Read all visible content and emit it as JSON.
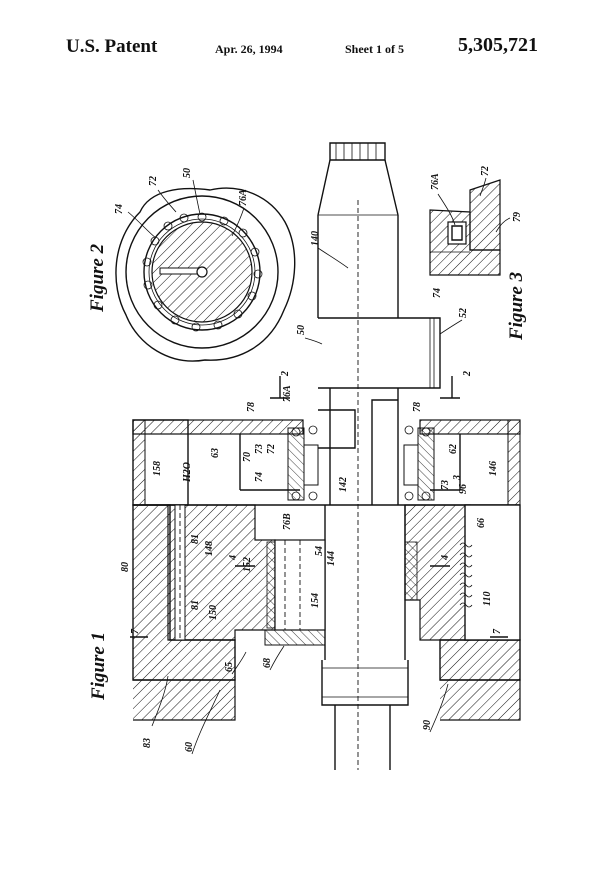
{
  "header": {
    "publication": "U.S. Patent",
    "date": "Apr. 26, 1994",
    "sheet": "Sheet 1 of 5",
    "patent_number": "5,305,721"
  },
  "figures": {
    "fig1": "Figure 1",
    "fig2": "Figure 2",
    "fig3": "Figure 3"
  },
  "labels": {
    "l50": "50",
    "l52": "52",
    "l54": "54",
    "l60": "60",
    "l62": "62",
    "l63": "63",
    "l65": "65",
    "l66": "66",
    "l68": "68",
    "l70": "70",
    "l72": "72",
    "l73": "73",
    "l74": "74",
    "l76A": "76A",
    "l76B": "76B",
    "l78": "78",
    "l79": "79",
    "l80": "80",
    "l81": "81",
    "l83": "83",
    "l90": "90",
    "l96": "96",
    "l110": "110",
    "l140": "140",
    "l142": "142",
    "l144": "144",
    "l146": "146",
    "l148": "148",
    "l150": "150",
    "l152": "152",
    "l154": "154",
    "l158": "158",
    "lH2O": "H2O",
    "l2": "2",
    "l3": "3",
    "l4": "4",
    "l7": "7"
  }
}
